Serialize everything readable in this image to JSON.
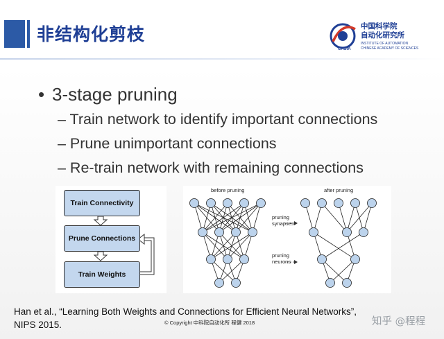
{
  "header": {
    "title": "非结构化剪枝",
    "logo_cn_line1": "中国科学院",
    "logo_cn_line2": "自动化研究所",
    "logo_en_line1": "INSTITUTE OF AUTOMATION",
    "logo_en_line2": "CHINESE ACADEMY OF SCIENCES",
    "logo_badge": "CASIA"
  },
  "main": {
    "bullet": "3-stage pruning",
    "subs": [
      "– Train network to identify important connections",
      "– Prune unimportant connections",
      "– Re-train network with remaining connections"
    ]
  },
  "flowchart": {
    "stages": [
      "Train Connectivity",
      "Prune Connections",
      "Train Weights"
    ]
  },
  "network": {
    "before_label": "before pruning",
    "after_label": "after pruning",
    "synapses_label_1": "pruning",
    "synapses_label_2": "synapses",
    "neurons_label_1": "pruning",
    "neurons_label_2": "neurons"
  },
  "footer": {
    "citation_line1": "Han et al., “Learning Both Weights and Connections for Efficient Neural Networks”,",
    "citation_line2": "NIPS 2015.",
    "copyright": "© Copyright 中科院自动化所 程健 2018",
    "watermark": "知乎 @程程"
  },
  "colors": {
    "accent": "#2c5aa6",
    "title": "#1f3f95",
    "stage_fill": "#c3d7ee",
    "node_fill": "#bcd3ec"
  }
}
